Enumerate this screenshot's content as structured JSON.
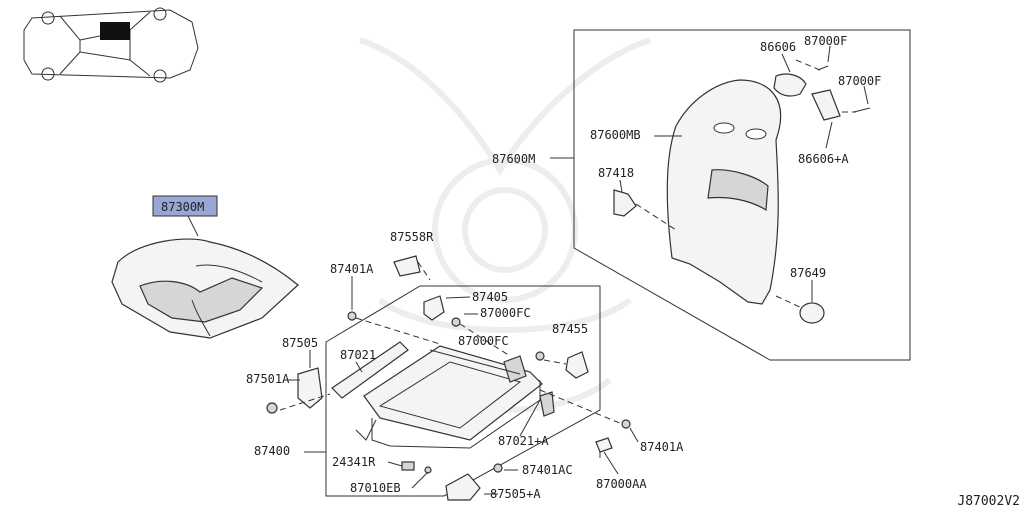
{
  "diagram": {
    "drawing_code": "J87002V2",
    "highlight_color": "#9aa6d6",
    "labels": {
      "p87300M": "87300M",
      "p87558R": "87558R",
      "p87401A_top": "87401A",
      "p87405": "87405",
      "p87000FC_top": "87000FC",
      "p87455": "87455",
      "p87000FC_mid": "87000FC",
      "p87505": "87505",
      "p87021": "87021",
      "p87501A": "87501A",
      "p87400": "87400",
      "p87021A": "87021+A",
      "p87401A_right": "87401A",
      "p24341R": "24341R",
      "p87401AC": "87401AC",
      "p87010EB": "87010EB",
      "p87000AA": "87000AA",
      "p87505A": "87505+A",
      "p86606": "86606",
      "p87000F_top": "87000F",
      "p87000F_right": "87000F",
      "p87600MB": "87600MB",
      "p87600M": "87600M",
      "p86606A": "86606+A",
      "p87418": "87418",
      "p87649": "87649"
    }
  }
}
